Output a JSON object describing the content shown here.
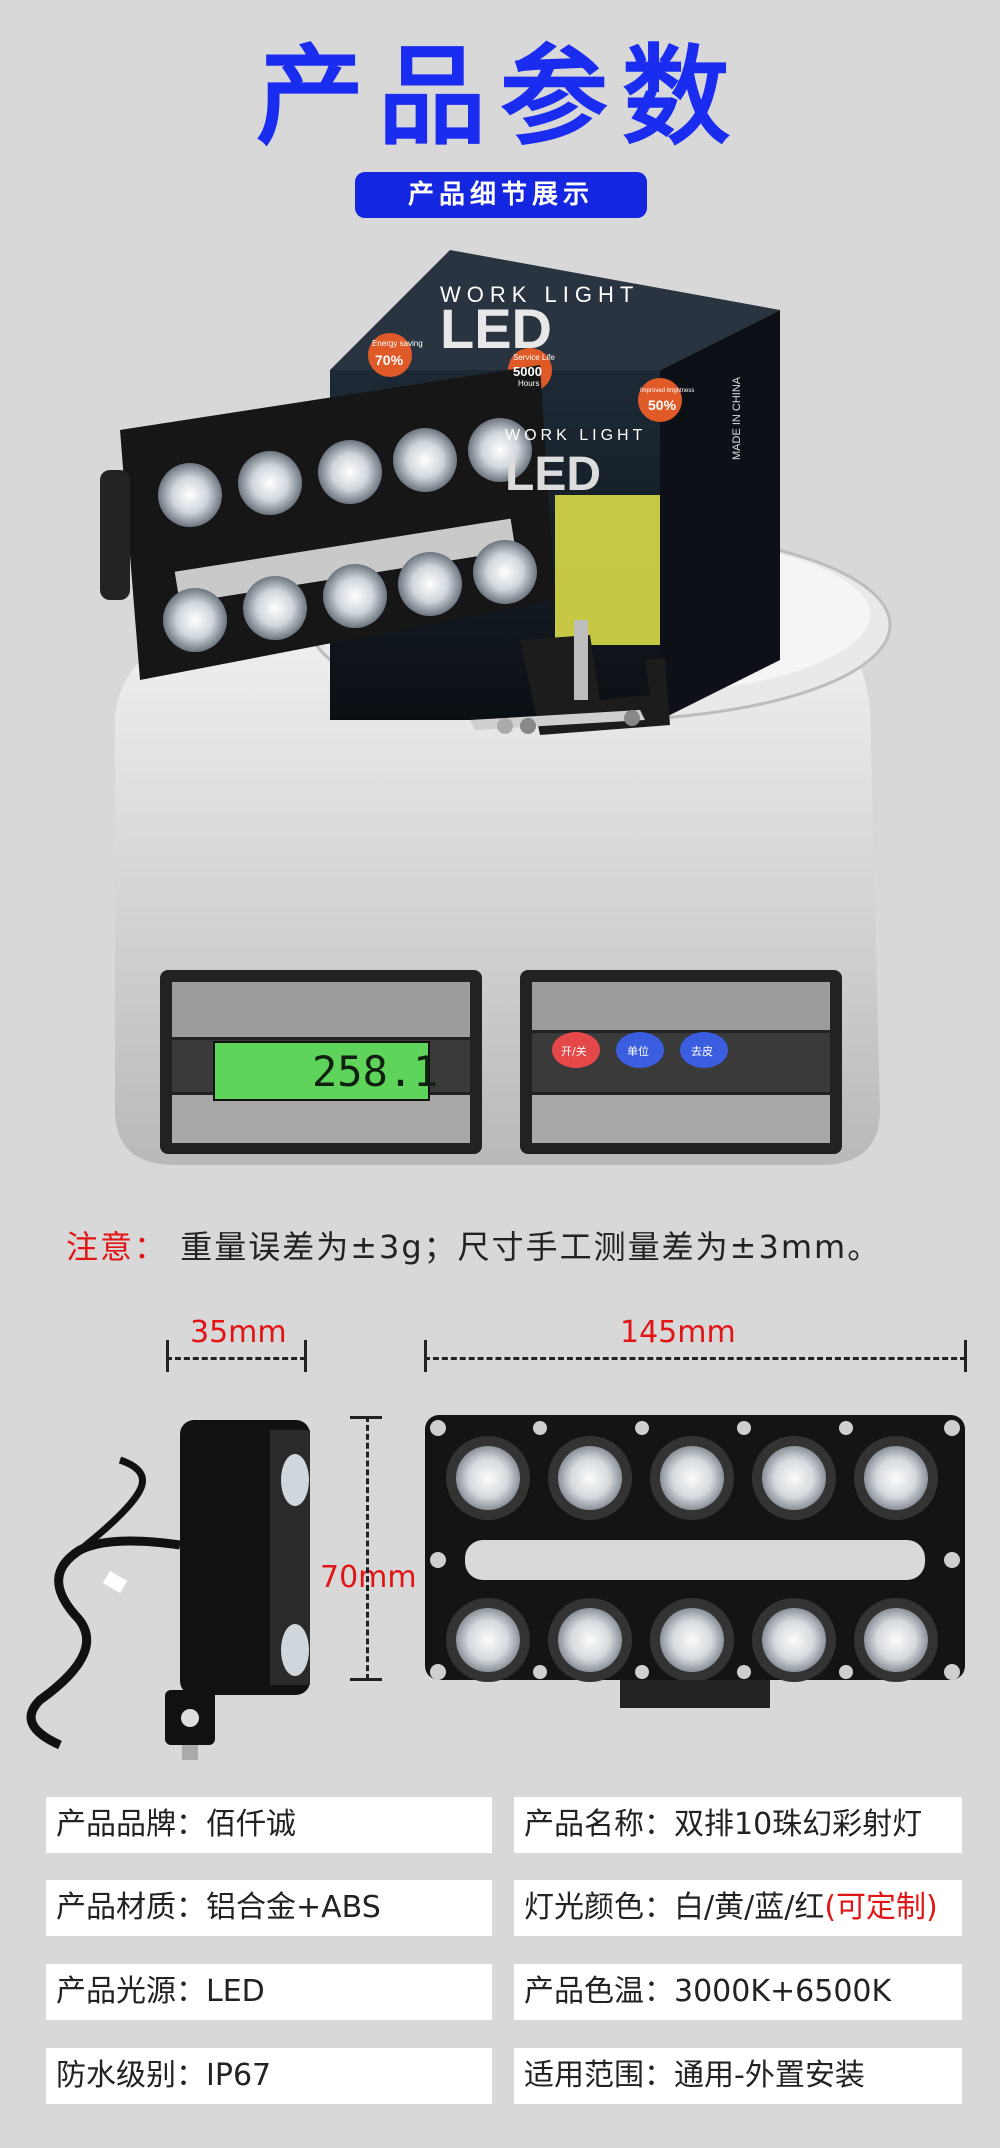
{
  "header": {
    "title": "产品参数",
    "subtitle": "产品细节展示"
  },
  "hero": {
    "box_text_work_light": "WORK LIGHT",
    "box_text_led": "LED",
    "badge_energy_line1": "Energy saving",
    "badge_energy_value": "70%",
    "badge_service_line1": "Service Life",
    "badge_service_value": "5000",
    "badge_service_line3": "Hours",
    "badge_brightness_line1": "Improved brightness",
    "badge_brightness_value": "50%",
    "side_made": "MADE IN CHINA",
    "scale_display": "258.1",
    "scale_btn_1": "开/关",
    "scale_btn_2": "单位",
    "scale_btn_3": "去皮"
  },
  "note": {
    "label": "注意：",
    "text": "重量误差为±3g；尺寸手工测量差为±3mm。"
  },
  "dimensions": {
    "depth": "35mm",
    "width": "145mm",
    "height": "70mm"
  },
  "specs": [
    {
      "label": "产品品牌：",
      "value": "佰仟诚",
      "extra": ""
    },
    {
      "label": "产品名称：",
      "value": "双排10珠幻彩射灯",
      "extra": ""
    },
    {
      "label": "产品材质：",
      "value": "铝合金+ABS",
      "extra": ""
    },
    {
      "label": "灯光颜色：",
      "value": "白/黄/蓝/红",
      "extra": "(可定制)"
    },
    {
      "label": "产品光源：",
      "value": "LED",
      "extra": ""
    },
    {
      "label": "产品色温：",
      "value": "3000K+6500K",
      "extra": ""
    },
    {
      "label": "防水级别：",
      "value": "IP67",
      "extra": ""
    },
    {
      "label": "适用范围：",
      "value": "通用-外置安装",
      "extra": ""
    }
  ],
  "colors": {
    "brand_blue": "#1a2cf0",
    "accent_red": "#e11515",
    "page_bg": "#d8d8d8"
  }
}
